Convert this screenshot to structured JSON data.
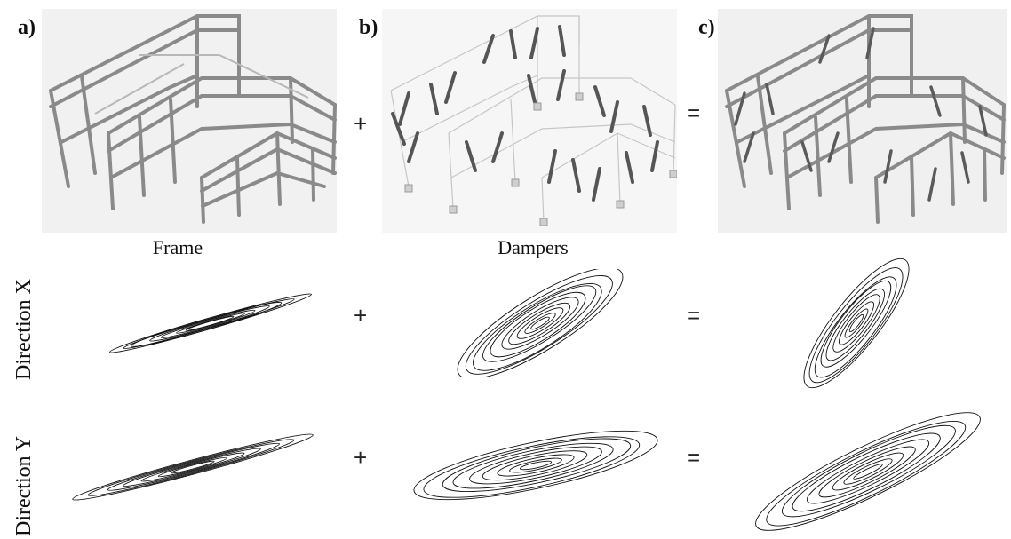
{
  "panels": [
    {
      "label": "a)",
      "caption": "Frame",
      "image": "steel-frame-structure-render"
    },
    {
      "label": "b)",
      "caption": "Dampers",
      "image": "damper-layout-render"
    },
    {
      "label": "c)",
      "caption": "",
      "image": "frame-with-dampers-render"
    }
  ],
  "operators": {
    "plus": "+",
    "equals": "="
  },
  "rows": [
    {
      "label": "Direction X"
    },
    {
      "label": "Direction Y"
    }
  ],
  "colors": {
    "line": "#111111",
    "panel_bg": "#f2f2f2",
    "frame": "#8a8a8a",
    "damper": "#555555"
  }
}
